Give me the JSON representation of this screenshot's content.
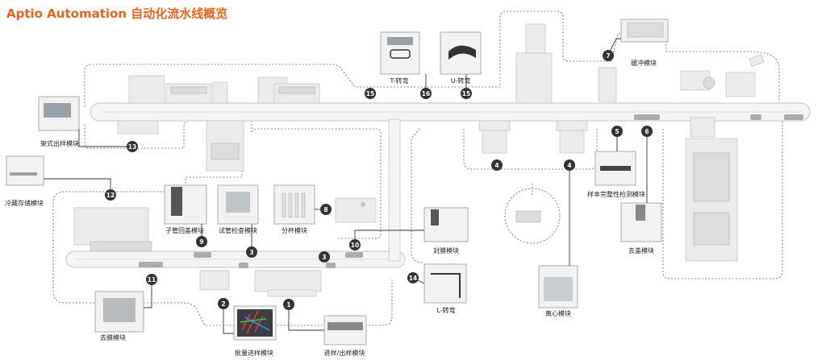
{
  "title": "Aptio Automation 自动化流水线概览",
  "modules": {
    "t_turn": "T-转弯",
    "u_turn": "U-转弯",
    "buffer": "缓冲模块",
    "rack_output": "架式出样模块",
    "cold_storage": "冷藏存储模块",
    "recapper": "子管回盖模块",
    "tube_check": "试管检查模块",
    "aliquot": "分杯模块",
    "sealer": "封膜模块",
    "sample_integrity": "样本完整性检测模块",
    "decapper": "去盖模块",
    "desealer": "去膜模块",
    "bulk_input": "批量进样模块",
    "io_module": "进样/出样模块",
    "l_turn": "L-转弯",
    "centrifuge": "离心模块"
  },
  "markers": [
    "15",
    "16",
    "15",
    "7",
    "13",
    "12",
    "9",
    "3",
    "8",
    "10",
    "3",
    "11",
    "2",
    "1",
    "14",
    "4",
    "4",
    "5",
    "6"
  ],
  "colors": {
    "title": "#e8641b",
    "marker_fill": "#333333",
    "track": "#d9d9d9",
    "path": "#888888"
  }
}
